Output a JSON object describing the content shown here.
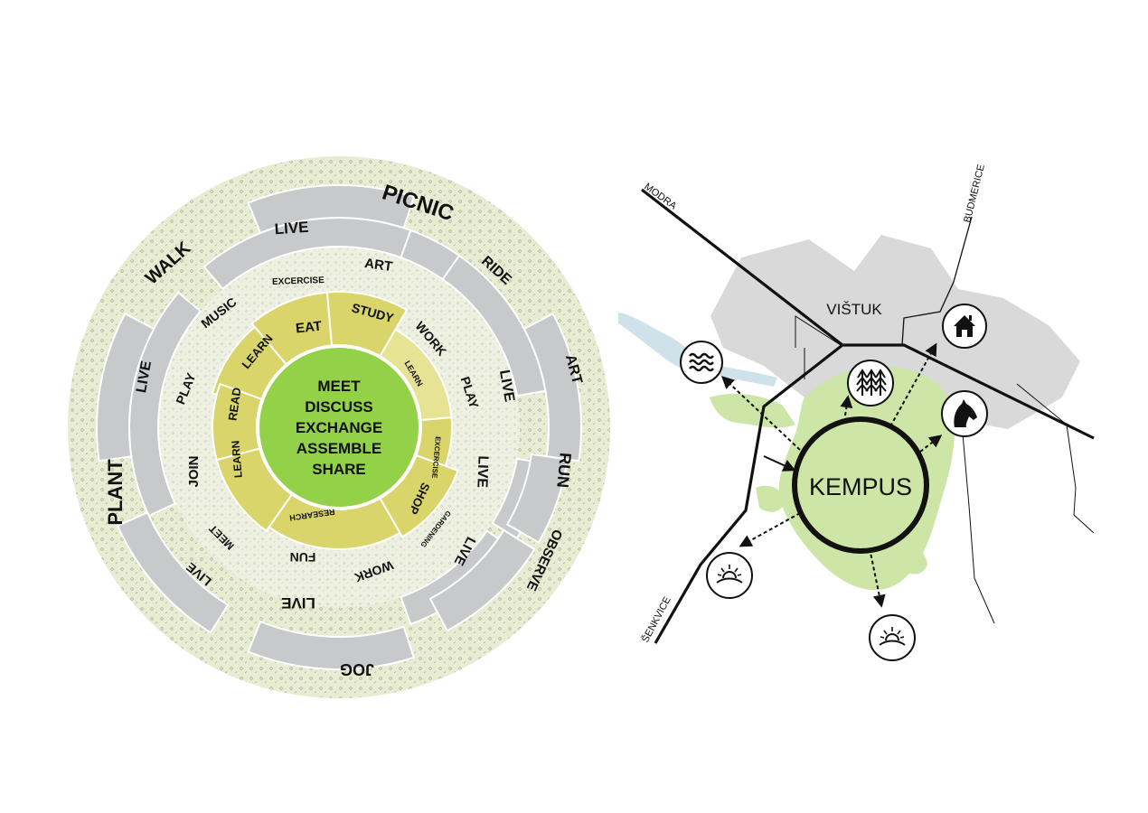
{
  "wheel": {
    "center_lines": [
      "MEET",
      "DISCUSS",
      "EXCHANGE",
      "ASSEMBLE",
      "SHARE"
    ],
    "outer_words": {
      "picnic": "PICNIC",
      "walk": "WALK",
      "ride": "RIDE",
      "art": "ART",
      "run": "RUN",
      "observe": "OBSERVE",
      "jog": "JOG",
      "plant": "PLANT"
    },
    "ring3": {
      "live_top": "LIVE",
      "live_right": "LIVE",
      "live_right2": "LIVE",
      "live_lower_right": "LIVE",
      "live_bottom": "LIVE",
      "live_lower_left": "LIVE",
      "live_left": "LIVE",
      "join": "JOIN",
      "music": "MUSIC",
      "art": "ART",
      "work_right": "WORK",
      "work_bottom": "WORK"
    },
    "ring2": {
      "excercise": "EXCERCISE",
      "play_left": "PLAY",
      "play_right": "PLAY",
      "fun": "FUN",
      "meet": "MEET",
      "gardening": "GARDENING"
    },
    "ring1": {
      "eat": "EAT",
      "study": "STUDY",
      "learn_upper": "LEARN",
      "read": "READ",
      "learn_left": "LEARN",
      "research": "RESEARCH",
      "shop": "SHOP",
      "excercise": "EXCERCISE",
      "learn_right": "LEARN"
    },
    "colors": {
      "outer": "#e7ecd3",
      "outer_dots": "#9aa386",
      "gray": "#c8c9cb",
      "ring2": "#eef1e1",
      "yellow": "#d9d56a",
      "yellow_light": "#e6e394",
      "center": "#92d148"
    }
  },
  "map": {
    "kempus": "KEMPUS",
    "vistuk": "VIŠTUK",
    "roads": {
      "modra": "MODRA",
      "budmerice": "BUDMERICE",
      "senkvice": "ŠENKVICE"
    },
    "icons": [
      "water-waves-icon",
      "forest-icon",
      "house-icon",
      "horse-icon",
      "sunrise-icon",
      "sunrise-icon"
    ],
    "colors": {
      "village": "#d9d9da",
      "green": "#cde5a7",
      "water": "#cfe2ea"
    }
  }
}
